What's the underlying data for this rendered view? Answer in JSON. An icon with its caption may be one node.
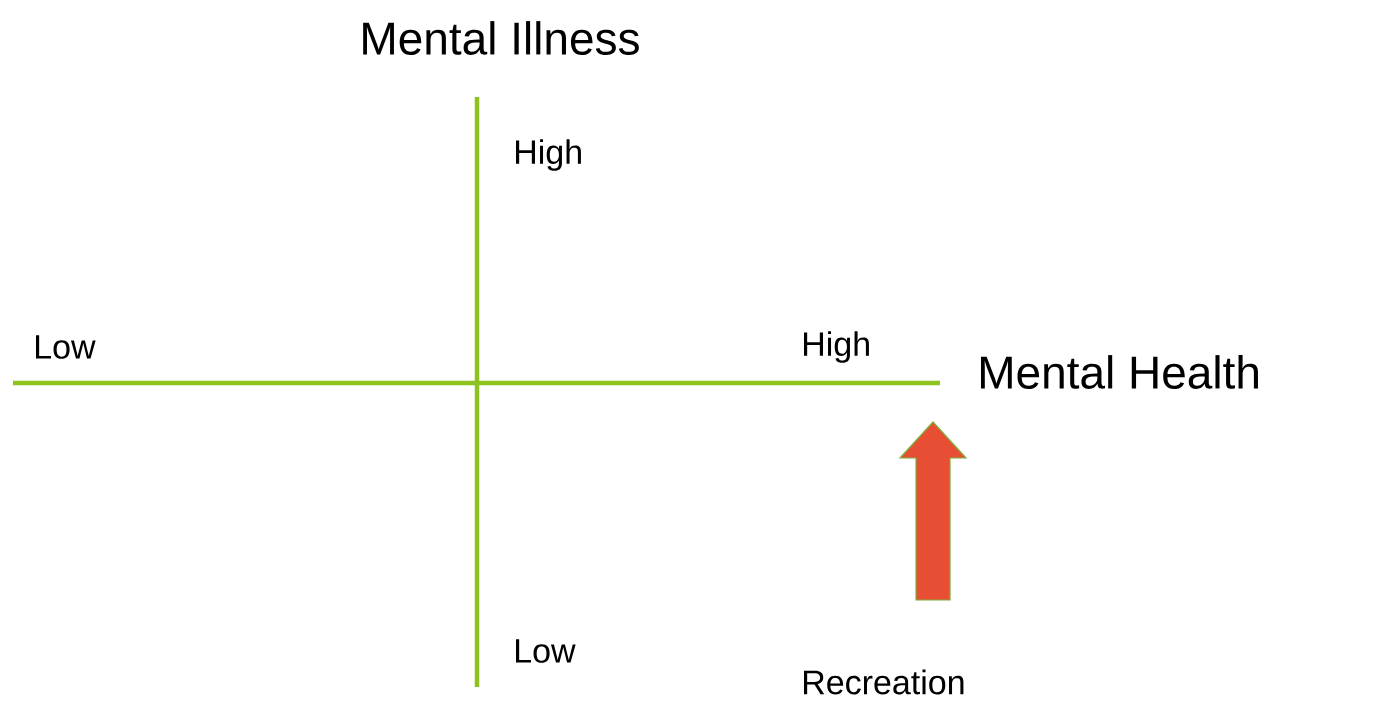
{
  "diagram": {
    "labels": [
      "Mental Illness",
      "High",
      "Low",
      "High",
      "Mental Health",
      "Low",
      "Recreation"
    ]
  }
}
